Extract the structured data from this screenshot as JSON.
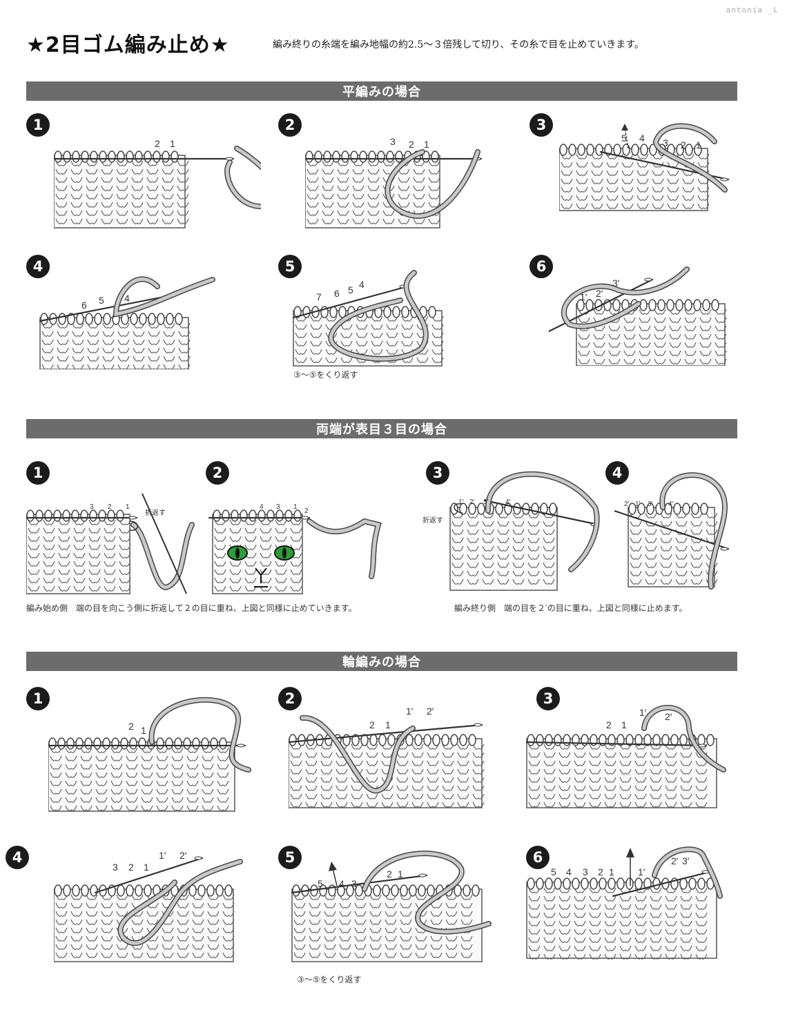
{
  "watermark": "antonia _L",
  "title": "★2目ゴム編み止め★",
  "intro": "編み終りの糸端を編み地幅の約2.5～３倍残して切り、その糸で目を止めていきます。",
  "sections": [
    {
      "header": "平編みの場合",
      "steps": [
        "1",
        "2",
        "3",
        "4",
        "5",
        "6"
      ],
      "labels": {
        "s1": [
          "2",
          "1"
        ],
        "s2": [
          "3",
          "2",
          "1"
        ],
        "s3": [
          "5",
          "4",
          "3",
          "2",
          "1"
        ],
        "s4": [
          "6",
          "5",
          "4"
        ],
        "s5": [
          "7",
          "6",
          "5",
          "4"
        ],
        "s6": [
          "1′",
          "2′",
          "3′"
        ]
      },
      "note": "③～⑤をくり返す"
    },
    {
      "header": "両端が表目３目の場合",
      "steps": [
        "1",
        "2",
        "3",
        "4"
      ],
      "labels": {
        "s1": [
          "3",
          "2",
          "1"
        ],
        "s1_fold": "折返す",
        "s2": [
          "4",
          "3",
          "1",
          "2"
        ],
        "s3": [
          "1′",
          "2′",
          "3′",
          "4′"
        ],
        "s3_fold": "折返す",
        "s4": [
          "2′",
          "1′",
          "3′",
          "4′"
        ]
      },
      "note_left": "編み始め側　端の目を向こう側に折返して２の目に重ね、上図と同様に止めていきます。",
      "note_right": "編み終り側　端の目を２′の目に重ね、上図と同様に止めます。"
    },
    {
      "header": "輪編みの場合",
      "steps": [
        "1",
        "2",
        "3",
        "4",
        "5",
        "6"
      ],
      "labels": {
        "s1": [
          "2",
          "1"
        ],
        "s2": [
          "2",
          "1",
          "1′",
          "2′"
        ],
        "s3": [
          "2",
          "1",
          "1′",
          "2′"
        ],
        "s4": [
          "3",
          "2",
          "1",
          "1′",
          "2′"
        ],
        "s5": [
          "5",
          "4",
          "3",
          "2",
          "1"
        ],
        "s6": [
          "5",
          "4",
          "3",
          "2",
          "1",
          "1′",
          "2′",
          "3′"
        ]
      },
      "note": "③～⑤をくり返す"
    }
  ]
}
